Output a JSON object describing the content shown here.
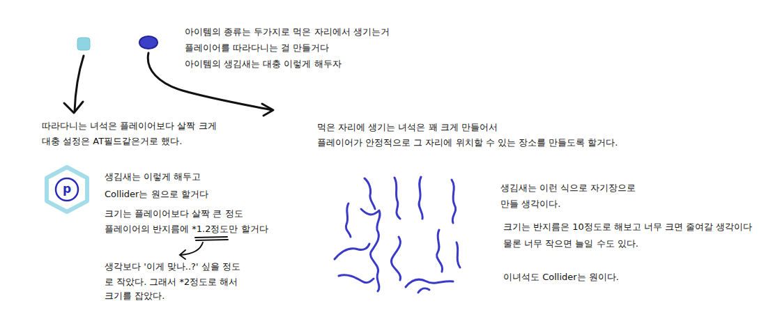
{
  "diagram": {
    "nodes": [
      {
        "text": [
          "p"
        ]
      }
    ],
    "labels": [
      "아이템의 종류는 두가지로 먹은 자리에서 생기는거",
      "플레이어를 따라다니는 걸 만들거다",
      "아이템의 생김새는 대충 이렇게 해두자",
      "따라다니는 녀석은 플레이어보다 살짝 크게",
      "대충 설정은 AT필드같은거로 했다.",
      "먹은 자리에 생기는 녀석은 꽤 크게 만들어서",
      "플레이어가 안정적으로 그 자리에 위치할 수 있는 장소를 만들도록 할거다.",
      "생김새는 이렇게 해두고",
      "Collider는 원으로 할거다",
      "크기는 플레이어보다 살짝 큰 정도",
      "플레이어의 반지름에 *1.2정도만 할거다",
      "생각보다 '이게 맞나..?' 싶을 정도",
      "로 작았다. 그래서 *2정도로 해서",
      "크기를 잡았다.",
      "생김새는 이런 식으로 자기장으로",
      "만들 생각이다.",
      "크기는 반지름은 10정도로 해보고 너무 크면 줄여갈 생각이다",
      "물론 너무 작으면 늘일 수도 있다.",
      "이녀석도 Collider는 원이다."
    ]
  }
}
